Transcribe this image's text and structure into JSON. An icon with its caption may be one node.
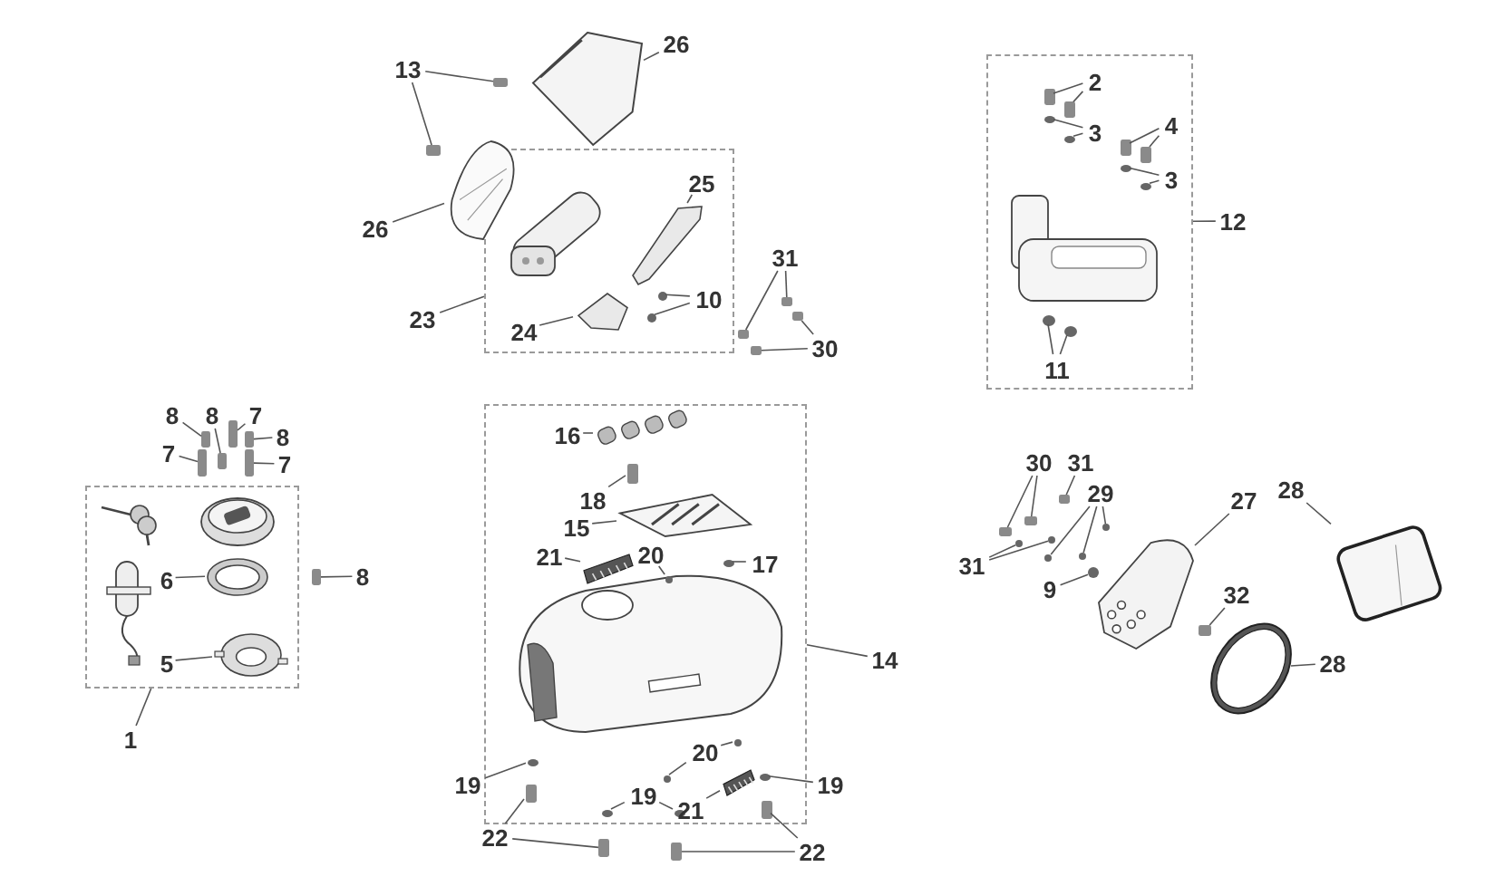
{
  "diagram": {
    "nodes": [
      {
        "text": [],
        "shape": "box"
      },
      {
        "text": [
          "1"
        ]
      },
      {
        "text": [],
        "shape": "picture",
        "in": 0
      },
      {
        "text": [],
        "shape": "picture",
        "in": 0
      },
      {
        "text": [],
        "shape": "bar"
      },
      {
        "text": [],
        "shape": "bar"
      },
      {
        "text": [],
        "shape": "bar"
      },
      {
        "text": [],
        "shape": "bar"
      },
      {
        "text": [],
        "shape": "bar"
      },
      {
        "text": [],
        "shape": "bar"
      },
      {
        "text": [],
        "shape": "bar"
      },
      {
        "text": [
          "6"
        ],
        "in": 0
      },
      {
        "text": [
          "5"
        ],
        "in": 0
      },
      {
        "text": [
          "8"
        ]
      },
      {
        "text": [
          "8"
        ]
      },
      {
        "text": [
          "7"
        ]
      },
      {
        "text": [
          "8"
        ]
      },
      {
        "text": [
          "7"
        ]
      },
      {
        "text": [
          "7"
        ]
      },
      {
        "text": [
          "8"
        ]
      },
      {
        "text": [],
        "shape": "box"
      },
      {
        "text": [
          "23"
        ]
      },
      {
        "text": [
          "13"
        ]
      },
      {
        "text": [],
        "shape": "bar"
      },
      {
        "text": [],
        "shape": "bar"
      },
      {
        "text": [
          "26"
        ]
      },
      {
        "text": [],
        "shape": "picture"
      },
      {
        "text": [
          "26"
        ]
      },
      {
        "text": [],
        "shape": "picture"
      },
      {
        "text": [
          "25"
        ],
        "in": 20
      },
      {
        "text": [],
        "shape": "picture",
        "in": 20
      },
      {
        "text": [
          "24"
        ],
        "in": 20
      },
      {
        "text": [],
        "shape": "picture",
        "in": 20
      },
      {
        "text": [
          "10"
        ],
        "in": 20
      },
      {
        "text": [],
        "shape": "circle",
        "in": 20
      },
      {
        "text": [],
        "shape": "circle",
        "in": 20
      },
      {
        "text": [
          "31"
        ]
      },
      {
        "text": [],
        "shape": "bar"
      },
      {
        "text": [],
        "shape": "bar"
      },
      {
        "text": [
          "30"
        ]
      },
      {
        "text": [],
        "shape": "bar"
      },
      {
        "text": [],
        "shape": "bar"
      },
      {
        "text": [],
        "shape": "box"
      },
      {
        "text": [
          "12"
        ]
      },
      {
        "text": [
          "2"
        ],
        "in": 42
      },
      {
        "text": [],
        "shape": "bar",
        "in": 42
      },
      {
        "text": [],
        "shape": "bar",
        "in": 42
      },
      {
        "text": [
          "3"
        ],
        "in": 42
      },
      {
        "text": [],
        "shape": "circle",
        "in": 42
      },
      {
        "text": [],
        "shape": "circle",
        "in": 42
      },
      {
        "text": [
          "4"
        ],
        "in": 42
      },
      {
        "text": [],
        "shape": "bar",
        "in": 42
      },
      {
        "text": [],
        "shape": "bar",
        "in": 42
      },
      {
        "text": [
          "3"
        ],
        "in": 42
      },
      {
        "text": [],
        "shape": "circle",
        "in": 42
      },
      {
        "text": [],
        "shape": "circle",
        "in": 42
      },
      {
        "text": [
          "11"
        ],
        "in": 42
      },
      {
        "text": [],
        "shape": "circle",
        "in": 42
      },
      {
        "text": [],
        "shape": "circle",
        "in": 42
      },
      {
        "text": [],
        "shape": "box"
      },
      {
        "text": [
          "14"
        ]
      },
      {
        "text": [
          "16"
        ],
        "in": 59
      },
      {
        "text": [],
        "shape": "picture",
        "in": 59
      },
      {
        "text": [
          "18"
        ],
        "in": 59
      },
      {
        "text": [],
        "shape": "bar",
        "in": 59
      },
      {
        "text": [
          "15"
        ],
        "in": 59
      },
      {
        "text": [],
        "shape": "picture",
        "in": 59
      },
      {
        "text": [
          "21"
        ],
        "in": 59
      },
      {
        "text": [],
        "shape": "picture",
        "in": 59
      },
      {
        "text": [
          "20"
        ],
        "in": 59
      },
      {
        "text": [],
        "shape": "circle",
        "in": 59
      },
      {
        "text": [
          "17"
        ],
        "in": 59
      },
      {
        "text": [],
        "shape": "circle",
        "in": 59
      },
      {
        "text": [
          "20"
        ],
        "in": 59
      },
      {
        "text": [],
        "shape": "circle",
        "in": 59
      },
      {
        "text": [],
        "shape": "circle",
        "in": 59
      },
      {
        "text": [
          "21"
        ],
        "in": 59
      },
      {
        "text": [],
        "shape": "picture",
        "in": 59
      },
      {
        "text": [
          "19"
        ]
      },
      {
        "text": [],
        "shape": "circle",
        "in": 59
      },
      {
        "text": [
          "19"
        ],
        "in": 59
      },
      {
        "text": [],
        "shape": "circle",
        "in": 59
      },
      {
        "text": [],
        "shape": "circle",
        "in": 59
      },
      {
        "text": [
          "19"
        ]
      },
      {
        "text": [],
        "shape": "circle",
        "in": 59
      },
      {
        "text": [
          "22"
        ]
      },
      {
        "text": [],
        "shape": "bar",
        "in": 59
      },
      {
        "text": [],
        "shape": "bar"
      },
      {
        "text": [
          "22"
        ]
      },
      {
        "text": [],
        "shape": "bar"
      },
      {
        "text": [],
        "shape": "bar",
        "in": 59
      },
      {
        "text": [
          "30"
        ]
      },
      {
        "text": [],
        "shape": "bar"
      },
      {
        "text": [],
        "shape": "bar"
      },
      {
        "text": [
          "31"
        ]
      },
      {
        "text": [],
        "shape": "bar"
      },
      {
        "text": [
          "29"
        ]
      },
      {
        "text": [],
        "shape": "circle"
      },
      {
        "text": [],
        "shape": "circle"
      },
      {
        "text": [],
        "shape": "circle"
      },
      {
        "text": [
          "31"
        ]
      },
      {
        "text": [],
        "shape": "circle"
      },
      {
        "text": [],
        "shape": "circle"
      },
      {
        "text": [
          "9"
        ]
      },
      {
        "text": [],
        "shape": "circle"
      },
      {
        "text": [
          "27"
        ]
      },
      {
        "text": [],
        "shape": "picture"
      },
      {
        "text": [
          "28"
        ]
      },
      {
        "text": [],
        "shape": "picture"
      },
      {
        "text": [
          "32"
        ]
      },
      {
        "text": [],
        "shape": "bar"
      },
      {
        "text": [
          "28"
        ]
      },
      {
        "text": [],
        "shape": "picture"
      }
    ],
    "edges": [
      {
        "from": 1,
        "to": 0,
        "arrow": "none"
      },
      {
        "from": 11,
        "to": 2,
        "arrow": "none"
      },
      {
        "from": 12,
        "to": 3,
        "arrow": "none"
      },
      {
        "from": 13,
        "to": 4,
        "arrow": "none"
      },
      {
        "from": 14,
        "to": 5,
        "arrow": "none"
      },
      {
        "from": 15,
        "to": 6,
        "arrow": "none"
      },
      {
        "from": 16,
        "to": 7,
        "arrow": "none"
      },
      {
        "from": 17,
        "to": 8,
        "arrow": "none"
      },
      {
        "from": 18,
        "to": 9,
        "arrow": "none"
      },
      {
        "from": 19,
        "to": 10,
        "arrow": "none"
      },
      {
        "from": 21,
        "to": 20,
        "arrow": "none"
      },
      {
        "from": 22,
        "to": 23,
        "arrow": "none"
      },
      {
        "from": 22,
        "to": 24,
        "arrow": "none"
      },
      {
        "from": 25,
        "to": 26,
        "arrow": "none"
      },
      {
        "from": 27,
        "to": 28,
        "arrow": "none"
      },
      {
        "from": 29,
        "to": 30,
        "arrow": "none"
      },
      {
        "from": 31,
        "to": 32,
        "arrow": "none"
      },
      {
        "from": 33,
        "to": 34,
        "arrow": "none"
      },
      {
        "from": 33,
        "to": 35,
        "arrow": "none"
      },
      {
        "from": 36,
        "to": 37,
        "arrow": "none"
      },
      {
        "from": 36,
        "to": 38,
        "arrow": "none"
      },
      {
        "from": 39,
        "to": 40,
        "arrow": "none"
      },
      {
        "from": 39,
        "to": 41,
        "arrow": "none"
      },
      {
        "from": 43,
        "to": 42,
        "arrow": "none"
      },
      {
        "from": 44,
        "to": 45,
        "arrow": "none"
      },
      {
        "from": 44,
        "to": 46,
        "arrow": "none"
      },
      {
        "from": 47,
        "to": 48,
        "arrow": "none"
      },
      {
        "from": 47,
        "to": 49,
        "arrow": "none"
      },
      {
        "from": 50,
        "to": 51,
        "arrow": "none"
      },
      {
        "from": 50,
        "to": 52,
        "arrow": "none"
      },
      {
        "from": 53,
        "to": 54,
        "arrow": "none"
      },
      {
        "from": 53,
        "to": 55,
        "arrow": "none"
      },
      {
        "from": 56,
        "to": 57,
        "arrow": "none"
      },
      {
        "from": 56,
        "to": 58,
        "arrow": "none"
      },
      {
        "from": 60,
        "to": 59,
        "arrow": "none"
      },
      {
        "from": 61,
        "to": 62,
        "arrow": "none"
      },
      {
        "from": 63,
        "to": 64,
        "arrow": "none"
      },
      {
        "from": 65,
        "to": 66,
        "arrow": "none"
      },
      {
        "from": 67,
        "to": 68,
        "arrow": "none"
      },
      {
        "from": 69,
        "to": 70,
        "arrow": "none"
      },
      {
        "from": 71,
        "to": 72,
        "arrow": "none"
      },
      {
        "from": 73,
        "to": 74,
        "arrow": "none"
      },
      {
        "from": 73,
        "to": 75,
        "arrow": "none"
      },
      {
        "from": 76,
        "to": 77,
        "arrow": "none"
      },
      {
        "from": 78,
        "to": 79,
        "arrow": "none"
      },
      {
        "from": 80,
        "to": 81,
        "arrow": "none"
      },
      {
        "from": 80,
        "to": 82,
        "arrow": "none"
      },
      {
        "from": 83,
        "to": 84,
        "arrow": "none"
      },
      {
        "from": 85,
        "to": 86,
        "arrow": "none"
      },
      {
        "from": 85,
        "to": 87,
        "arrow": "none"
      },
      {
        "from": 88,
        "to": 89,
        "arrow": "none"
      },
      {
        "from": 88,
        "to": 90,
        "arrow": "none"
      },
      {
        "from": 91,
        "to": 92,
        "arrow": "none"
      },
      {
        "from": 91,
        "to": 93,
        "arrow": "none"
      },
      {
        "from": 94,
        "to": 95,
        "arrow": "none"
      },
      {
        "from": 96,
        "to": 97,
        "arrow": "none"
      },
      {
        "from": 96,
        "to": 98,
        "arrow": "none"
      },
      {
        "from": 96,
        "to": 99,
        "arrow": "none"
      },
      {
        "from": 100,
        "to": 101,
        "arrow": "none"
      },
      {
        "from": 100,
        "to": 102,
        "arrow": "none"
      },
      {
        "from": 103,
        "to": 104,
        "arrow": "none"
      },
      {
        "from": 105,
        "to": 106,
        "arrow": "none"
      },
      {
        "from": 107,
        "to": 108,
        "arrow": "none"
      },
      {
        "from": 109,
        "to": 110,
        "arrow": "none"
      },
      {
        "from": 111,
        "to": 112,
        "arrow": "none"
      }
    ]
  }
}
